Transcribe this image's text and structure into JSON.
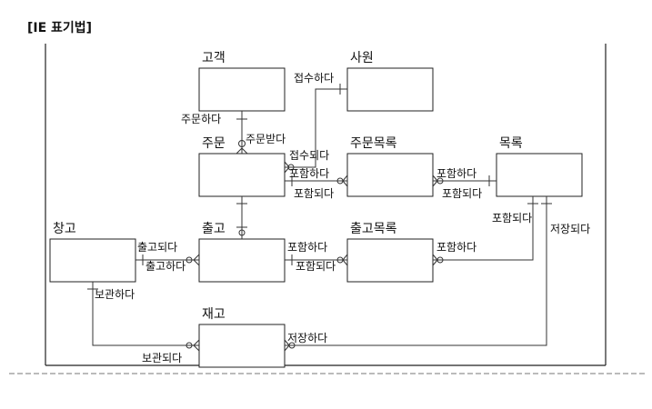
{
  "title": "[IE 표기법]",
  "entities": {
    "customer": "고객",
    "employee": "사원",
    "order": "주문",
    "order_items": "주문목록",
    "catalog": "목록",
    "warehouse": "창고",
    "shipment": "출고",
    "shipment_items": "출고목록",
    "inventory": "재고"
  },
  "relations": {
    "places_order": "주문하다",
    "receives_order": "주문받다",
    "accepts": "접수하다",
    "accepted": "접수되다",
    "includes": "포함하다",
    "included": "포함되다",
    "ships": "출고되다",
    "shipped": "출고하다",
    "stores": "보관하다",
    "stored": "보관되다",
    "saves": "저장하다",
    "saved": "저장되다"
  }
}
